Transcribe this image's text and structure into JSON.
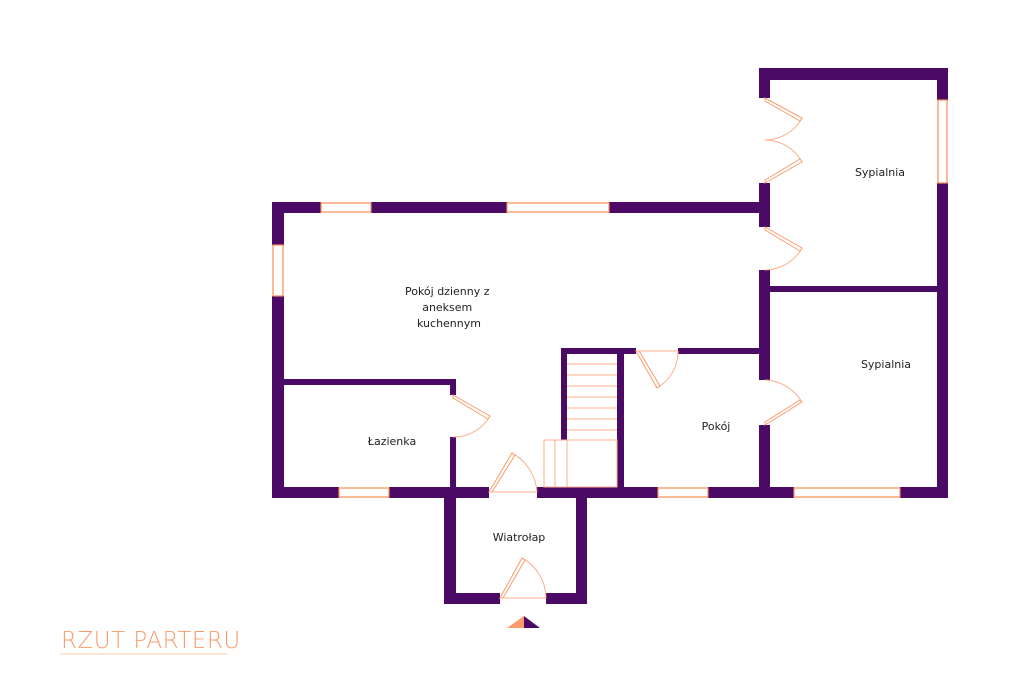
{
  "title": "RZUT PARTERU",
  "rooms": {
    "living": [
      "Pokój dzienny z",
      "aneksem",
      "kuchennym"
    ],
    "bathroom": "Łazienka",
    "vestibule": "Wiatrołap",
    "room": "Pokój",
    "bedroom_top": "Sypialnia",
    "bedroom_bottom": "Sypialnia"
  },
  "colors": {
    "wall": "#4b0a66",
    "accent": "#fb9b6a"
  },
  "icons": {
    "north_arrow": "north-arrow-icon"
  }
}
